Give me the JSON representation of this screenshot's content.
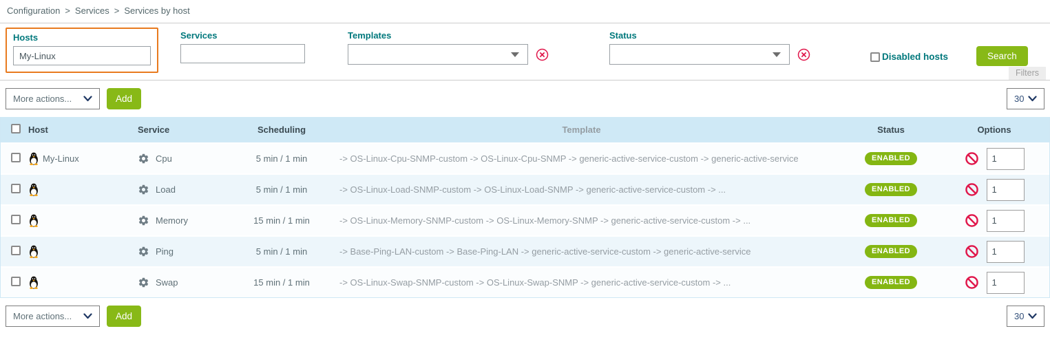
{
  "breadcrumb": {
    "separator": ">",
    "items": [
      {
        "label": "Configuration"
      },
      {
        "label": "Services"
      },
      {
        "label": "Services by host"
      }
    ]
  },
  "filter_panel": {
    "hosts": {
      "label": "Hosts",
      "value": "My-Linux"
    },
    "services": {
      "label": "Services",
      "value": ""
    },
    "templates": {
      "label": "Templates",
      "value": ""
    },
    "status": {
      "label": "Status",
      "value": ""
    },
    "disabled_hosts": {
      "label": "Disabled hosts",
      "checked": false
    },
    "search_button": "Search",
    "filters_tab": "Filters"
  },
  "toolbar": {
    "more_actions": "More actions...",
    "add_button": "Add",
    "page_size": "30"
  },
  "table": {
    "headers": {
      "host": "Host",
      "service": "Service",
      "scheduling": "Scheduling",
      "template": "Template",
      "status": "Status",
      "options": "Options"
    },
    "rows": [
      {
        "host": "My-Linux",
        "service": "Cpu",
        "scheduling": "5 min / 1 min",
        "template": "-> OS-Linux-Cpu-SNMP-custom -> OS-Linux-Cpu-SNMP -> generic-active-service-custom -> generic-active-service",
        "status": "ENABLED",
        "options_value": "1"
      },
      {
        "host": "",
        "service": "Load",
        "scheduling": "5 min / 1 min",
        "template": "-> OS-Linux-Load-SNMP-custom -> OS-Linux-Load-SNMP -> generic-active-service-custom -> ...",
        "status": "ENABLED",
        "options_value": "1"
      },
      {
        "host": "",
        "service": "Memory",
        "scheduling": "15 min / 1 min",
        "template": "-> OS-Linux-Memory-SNMP-custom -> OS-Linux-Memory-SNMP -> generic-active-service-custom -> ...",
        "status": "ENABLED",
        "options_value": "1"
      },
      {
        "host": "",
        "service": "Ping",
        "scheduling": "5 min / 1 min",
        "template": "-> Base-Ping-LAN-custom -> Base-Ping-LAN -> generic-active-service-custom -> generic-active-service",
        "status": "ENABLED",
        "options_value": "1"
      },
      {
        "host": "",
        "service": "Swap",
        "scheduling": "15 min / 1 min",
        "template": "-> OS-Linux-Swap-SNMP-custom -> OS-Linux-Swap-SNMP -> generic-active-service-custom -> ...",
        "status": "ENABLED",
        "options_value": "1"
      }
    ]
  },
  "icons": {
    "host_icon": "linux-penguin",
    "service_icon": "gear",
    "disable_icon": "prohibition-sign",
    "clear_icon": "circle-x",
    "dropdown_icon": "chevron-down"
  },
  "colors": {
    "accent_teal": "#00787c",
    "focus_orange": "#e87a1e",
    "button_green": "#88b917",
    "badge_green": "#84b612",
    "danger_red": "#e0164a",
    "header_blue": "#cfe9f6"
  }
}
